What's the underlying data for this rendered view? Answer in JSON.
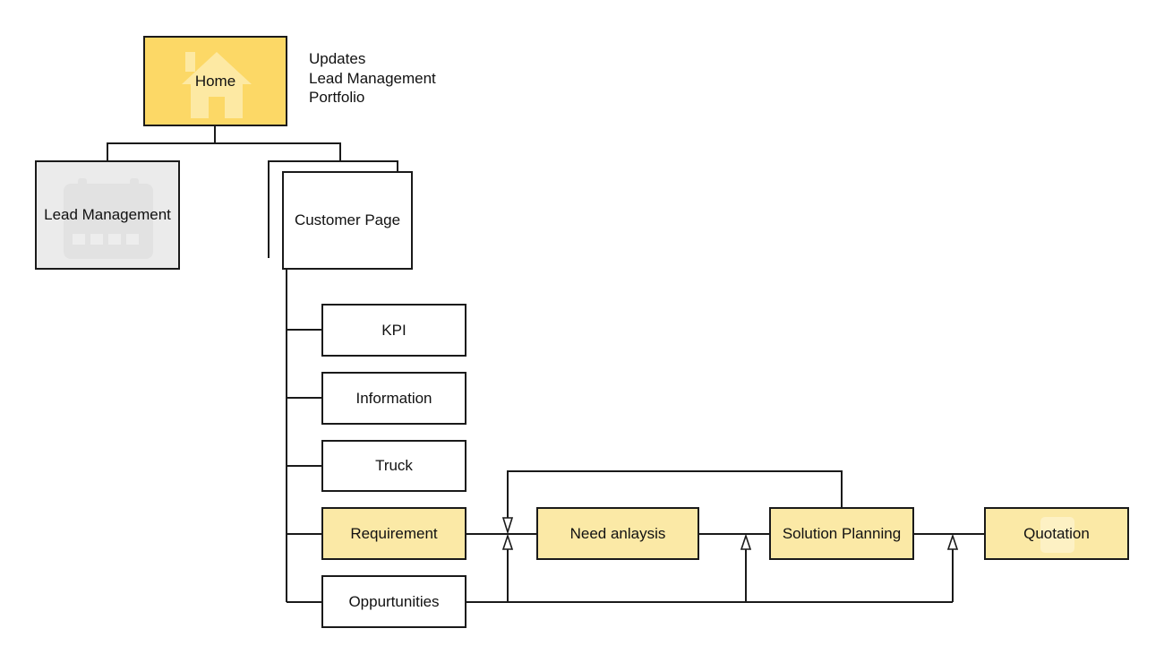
{
  "nodes": {
    "home": "Home",
    "lead_management": "Lead Management",
    "customer_page": "Customer Page",
    "kpi": "KPI",
    "information": "Information",
    "truck": "Truck",
    "requirement": "Requirement",
    "oppurtunities": "Oppurtunities",
    "need_analysis": "Need anlaysis",
    "solution_planning": "Solution Planning",
    "quotation": "Quotation"
  },
  "home_notes": [
    "Updates",
    "Lead Management",
    "Portfolio"
  ],
  "colors": {
    "home_fill": "#fcd866",
    "process_fill": "#fbe9a6",
    "lead_fill": "#ebebeb",
    "line": "#1a1a1a"
  },
  "icons": {
    "home": "house-icon",
    "lead_management": "calendar-icon",
    "quotation": "document-icon"
  }
}
